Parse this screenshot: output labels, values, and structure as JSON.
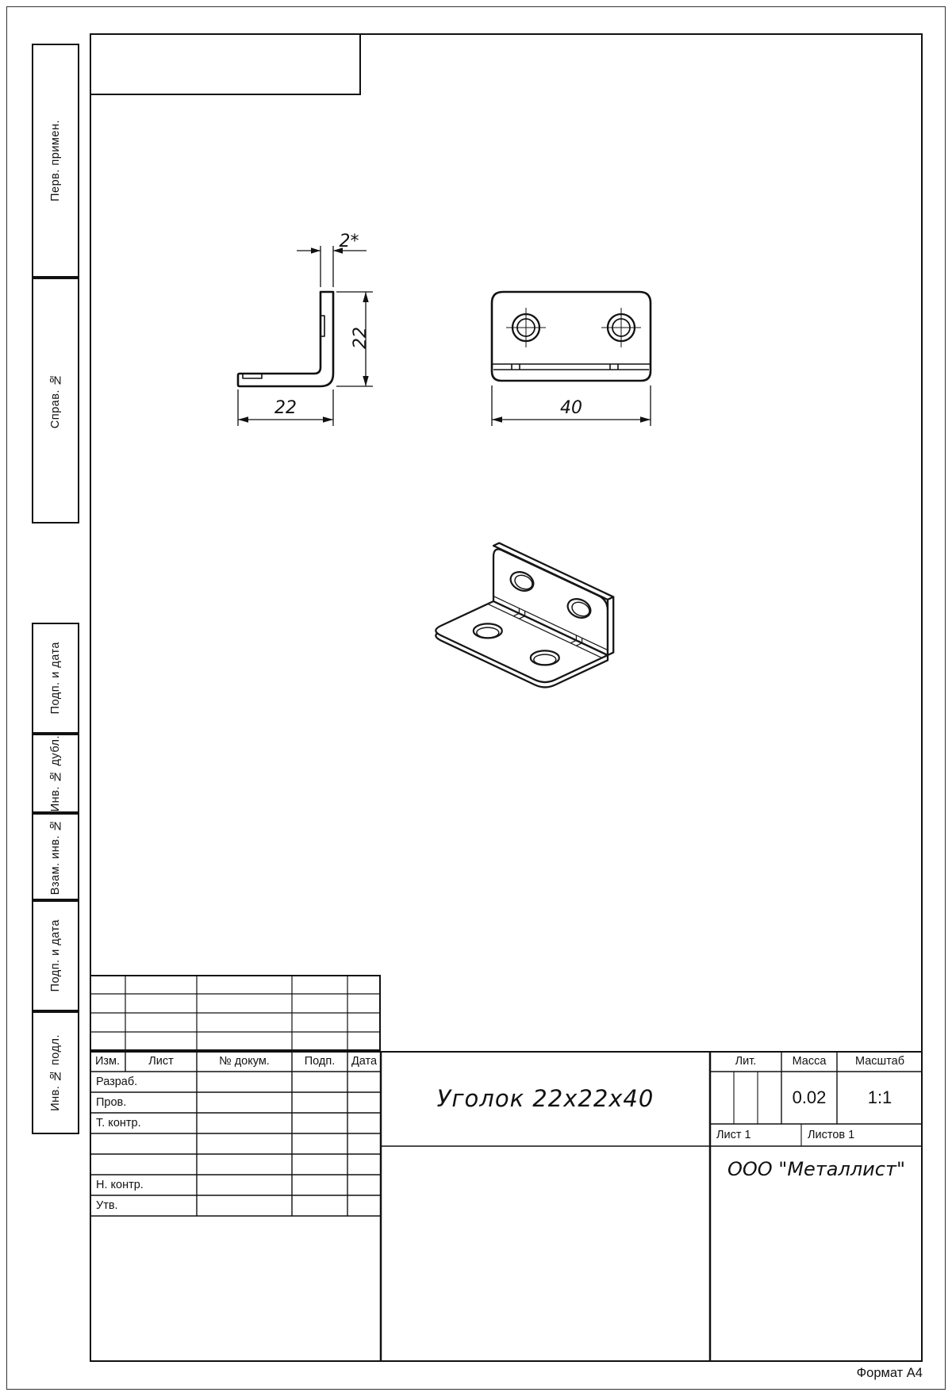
{
  "sheet": {
    "format_note": "Формат А4"
  },
  "margin_labels": {
    "perv_primen": "Перв. примен.",
    "sprav_no": "Справ. №",
    "podp_i_data_1": "Подп. и дата",
    "inv_no_dubl": "Инв. № дубл.",
    "vzam_inv_no": "Взам. инв. №",
    "podp_i_data_2": "Подп. и дата",
    "inv_no_podl": "Инв. № подл."
  },
  "dimensions": {
    "thickness": "2*",
    "side_height": "22",
    "side_width": "22",
    "front_length": "40"
  },
  "title_block": {
    "header": {
      "izm": "Изм.",
      "list": "Лист",
      "no_dokum": "№ докум.",
      "podp": "Подп.",
      "data": "Дата"
    },
    "roles": {
      "razrab": "Разраб.",
      "prov": "Пров.",
      "t_kontr": "Т. контр.",
      "n_kontr": "Н. контр.",
      "utv": "Утв."
    },
    "title": "Уголок 22х22х40",
    "lit_label": "Лит.",
    "massa_label": "Масса",
    "masshtab_label": "Масштаб",
    "massa_value": "0.02",
    "masshtab_value": "1:1",
    "list_info": "Лист 1",
    "listov_info": "Листов 1",
    "company": "ООО \"Металлист\""
  }
}
